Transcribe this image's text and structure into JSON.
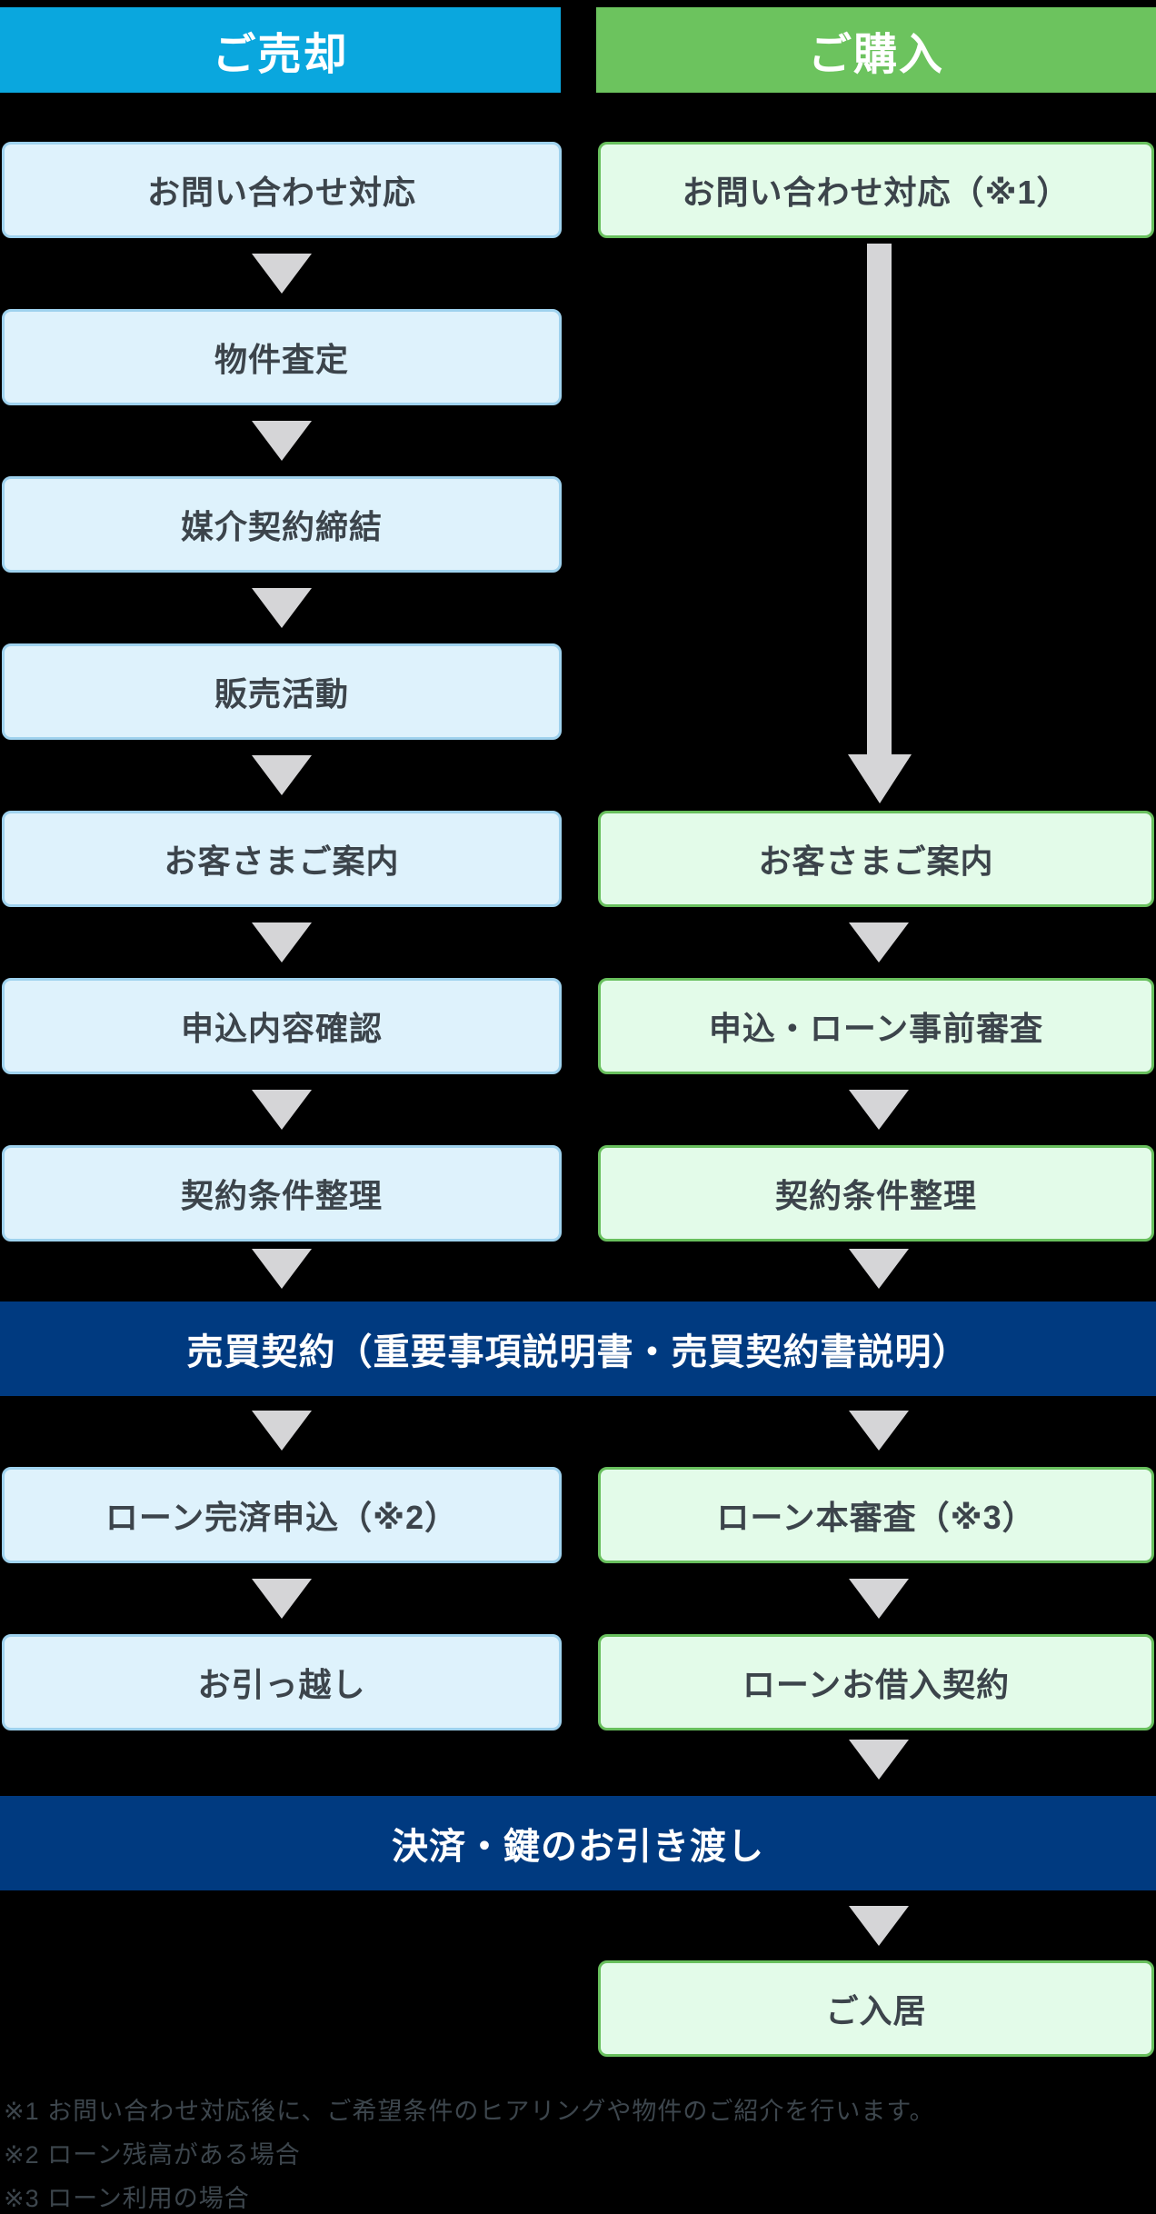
{
  "diagram": {
    "sell": {
      "header": "ご売却",
      "steps": [
        "お問い合わせ対応",
        "物件査定",
        "媒介契約締結",
        "販売活動",
        "お客さまご案内",
        "申込内容確認",
        "契約条件整理"
      ],
      "steps2": [
        "ローン完済申込（※2）",
        "お引っ越し"
      ]
    },
    "buy": {
      "header": "ご購入",
      "first_step": "お問い合わせ対応（※1）",
      "steps": [
        "お客さまご案内",
        "申込・ローン事前審査",
        "契約条件整理"
      ],
      "steps2": [
        "ローン本審査（※3）",
        "ローンお借入契約"
      ],
      "final_step": "ご入居"
    },
    "shared": {
      "bar1": "売買契約（重要事項説明書・売買契約書説明）",
      "bar2": "決済・鍵のお引き渡し"
    },
    "footnotes": [
      "※1 お問い合わせ対応後に、ご希望条件のヒアリングや物件のご紹介を行います。",
      "※2 ローン残高がある場合",
      "※3 ローン利用の場合"
    ],
    "colors": {
      "background": "#000000",
      "sell_header_bg": "#0aa7de",
      "buy_header_bg": "#6cc35e",
      "sell_box_bg": "#def2fc",
      "sell_box_border": "#9fd2ee",
      "buy_box_bg": "#e3fbe9",
      "buy_box_border": "#68bf5d",
      "shared_bar_bg": "#003a80",
      "arrow": "#d5d5d7",
      "box_text": "#3c444b",
      "header_text": "#ffffff",
      "footnote_text": "#3d464d"
    }
  }
}
